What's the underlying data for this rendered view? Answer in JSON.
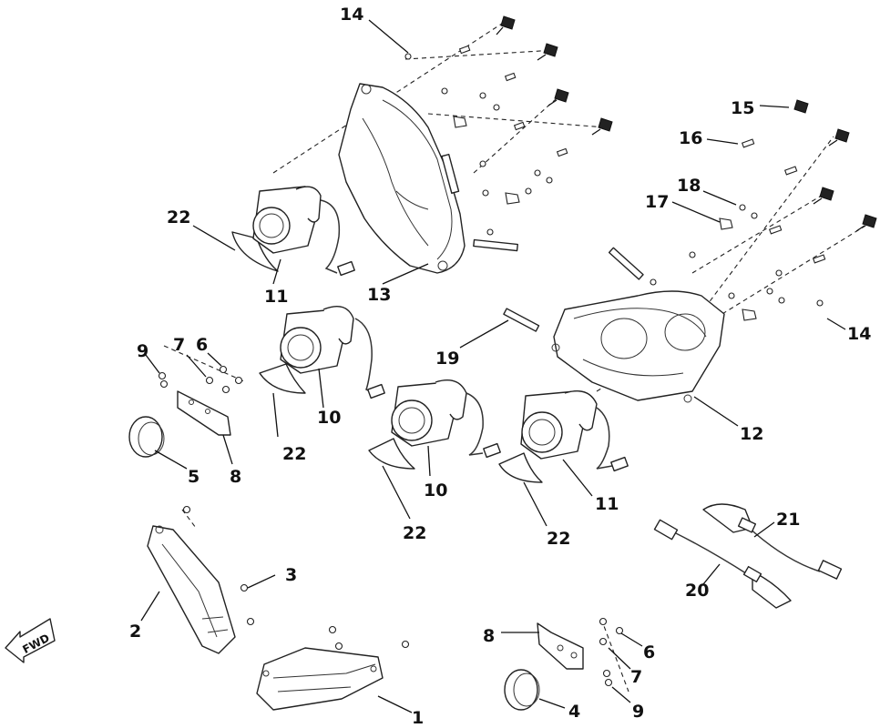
{
  "diagram": {
    "fwd_label": "FWD",
    "callouts": [
      "1",
      "2",
      "3",
      "4",
      "5",
      "6",
      "6",
      "7",
      "7",
      "8",
      "8",
      "9",
      "9",
      "10",
      "10",
      "11",
      "11",
      "12",
      "13",
      "14",
      "14",
      "15",
      "16",
      "17",
      "18",
      "19",
      "20",
      "21",
      "22",
      "22",
      "22",
      "22"
    ]
  }
}
